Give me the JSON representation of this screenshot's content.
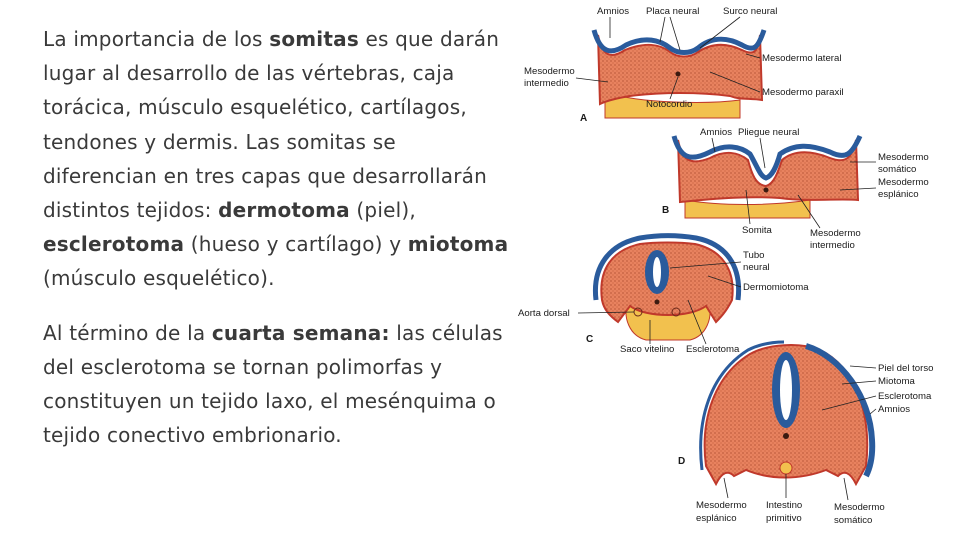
{
  "paragraph1": {
    "t1": "La importancia de los ",
    "b1": "somitas",
    "t2": " es que darán lugar al desarrollo de las vértebras, caja torácica, músculo esquelético, cartílagos, tendones y dermis. Las somitas se diferencian en tres capas que desarrollarán distintos tejidos: ",
    "b2": "dermotoma",
    "t3": " (piel), ",
    "b3": "esclerotoma",
    "t4": " (hueso y cartílago) y ",
    "b4": "miotoma",
    "t5": " (músculo esquelético)."
  },
  "paragraph2": {
    "t1": "Al término de la ",
    "b1": "cuarta semana:",
    "t2": " las células del esclerotoma se tornan polimorfas y constituyen un tejido laxo, el mesénquima o tejido conectivo embrionario."
  },
  "figure": {
    "panel_letters": [
      "A",
      "B",
      "C",
      "D"
    ],
    "panelA": {
      "amnios": "Amnios",
      "placa_neural": "Placa neural",
      "surco_neural": "Surco neural",
      "mesodermo_lateral": "Mesodermo lateral",
      "mesodermo_intermedio": [
        "Mesodermo",
        "intermedio"
      ],
      "mesodermo_paraxil": "Mesodermo paraxil",
      "notocordio": "Notocordio"
    },
    "panelB": {
      "amnios": "Amnios",
      "pliegue_neural": "Pliegue neural",
      "mesodermo_somatico": [
        "Mesodermo",
        "somático"
      ],
      "mesodermo_esplanico": [
        "Mesodermo",
        "esplánico"
      ],
      "somita": "Somita",
      "mesodermo_intermedio": [
        "Mesodermo",
        "intermedio"
      ]
    },
    "panelC": {
      "tubo_neural": [
        "Tubo",
        "neural"
      ],
      "dermomiotoma": "Dermomiotoma",
      "aorta_dorsal": "Aorta dorsal",
      "saco_vitelino": "Saco vitelino",
      "esclerotoma": "Esclerotoma"
    },
    "panelD": {
      "piel_del_torso": "Piel del torso",
      "miotoma": "Miotoma",
      "esclerotoma": "Esclerotoma",
      "amnios": "Amnios",
      "mesodermo_esplanico": [
        "Mesodermo",
        "esplánico"
      ],
      "intestino_primitivo": [
        "Intestino",
        "primitivo"
      ],
      "mesodermo_somatico": [
        "Mesodermo",
        "somático"
      ]
    },
    "colors": {
      "tissue": "#e8825f",
      "tissue_edge": "#c0392b",
      "ectoderm": "#2a5b9c",
      "yolk": "#f2c14e"
    }
  }
}
